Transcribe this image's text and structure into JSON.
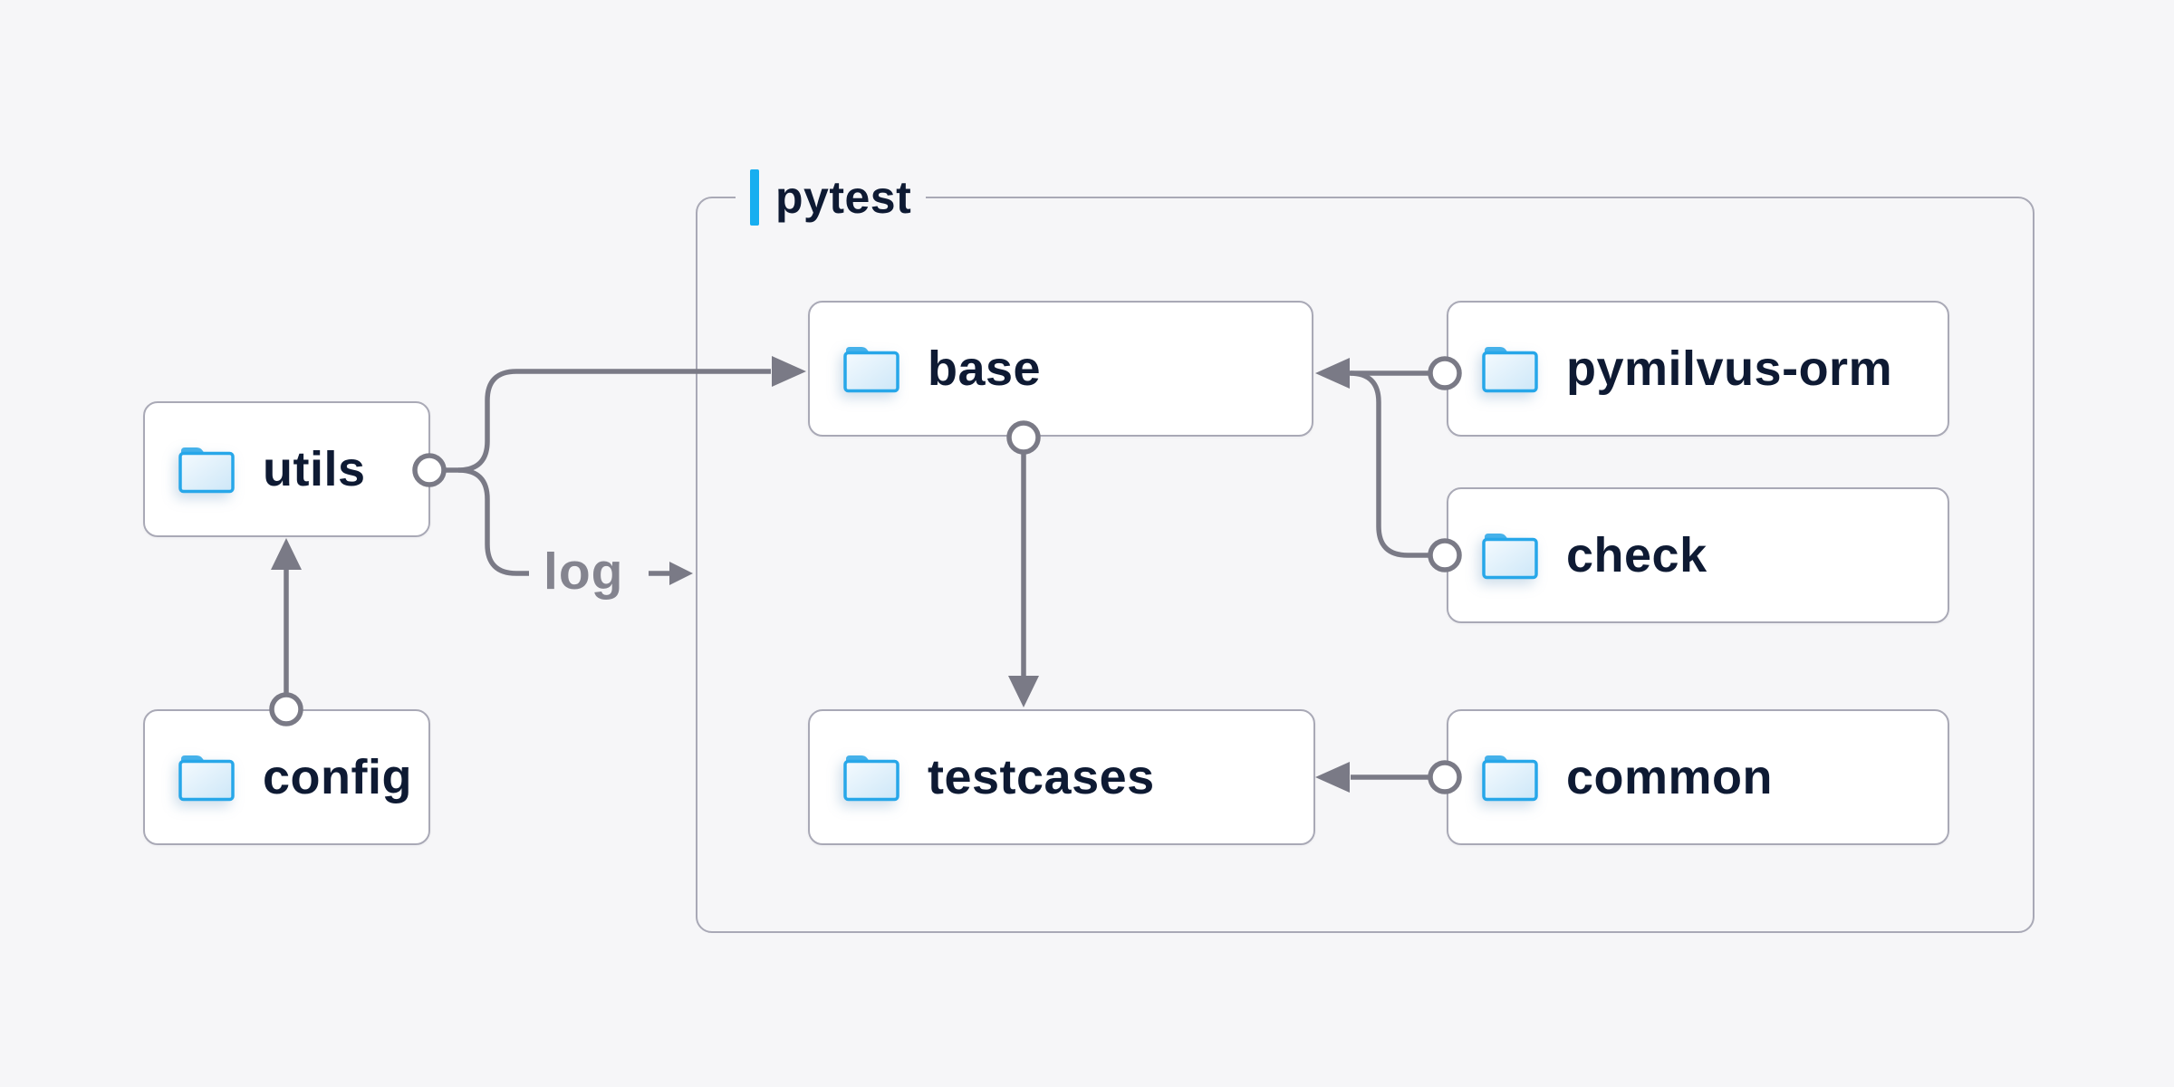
{
  "diagram": {
    "group": {
      "label": "pytest"
    },
    "edge_label": {
      "text": "log"
    },
    "nodes": [
      {
        "id": "utils",
        "label": "utils"
      },
      {
        "id": "config",
        "label": "config"
      },
      {
        "id": "base",
        "label": "base"
      },
      {
        "id": "testcases",
        "label": "testcases"
      },
      {
        "id": "pymilvus-orm",
        "label": "pymilvus-orm"
      },
      {
        "id": "check",
        "label": "check"
      },
      {
        "id": "common",
        "label": "common"
      }
    ],
    "edges": [
      {
        "from": "config",
        "to": "utils"
      },
      {
        "from": "utils",
        "to": "base"
      },
      {
        "from": "utils",
        "to": "log",
        "label": "log"
      },
      {
        "from": "base",
        "to": "testcases"
      },
      {
        "from": "pymilvus-orm",
        "to": "base"
      },
      {
        "from": "check",
        "to": "base"
      },
      {
        "from": "common",
        "to": "testcases"
      }
    ],
    "icons": [
      {
        "name": "folder-icon",
        "applies_to": "all nodes"
      }
    ],
    "colors": {
      "background": "#f6f6f8",
      "node_fill": "#ffffff",
      "node_border": "#a9a9b6",
      "group_border": "#a9a9b6",
      "edge": "#7a7a86",
      "text": "#0e1a33",
      "edge_label_text": "#84848f",
      "accent_blue": "#17aef0",
      "folder_blue": "#27a7e9",
      "folder_tab": "#45b1ea"
    }
  }
}
